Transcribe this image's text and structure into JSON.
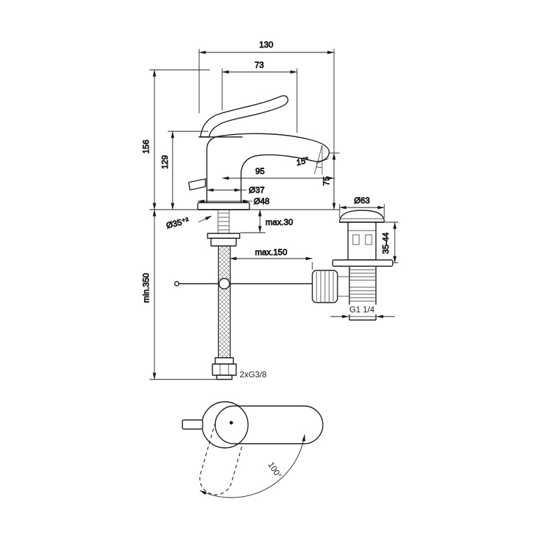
{
  "page": {
    "background": "#ffffff",
    "line_color": "#1a1a1a"
  },
  "side_view": {
    "width_total": "130",
    "spout_reach": "73",
    "height_total": "156",
    "height_body": "129",
    "depth_95": "95",
    "outlet_height": "75",
    "spout_angle": "15°",
    "body_diameter": "Ø37",
    "base_diameter": "Ø48",
    "hole_diameter": "Ø35⁺²",
    "deck_thickness_max": "max.30",
    "rod_length_max": "max.150",
    "hose_length_min": "min.350",
    "hose_thread": "2xG3/8"
  },
  "waste_view": {
    "cap_diameter": "Ø63",
    "clamping_range": "35-44",
    "thread": "G1 1/4"
  },
  "top_view": {
    "swivel_angle": "100°"
  }
}
